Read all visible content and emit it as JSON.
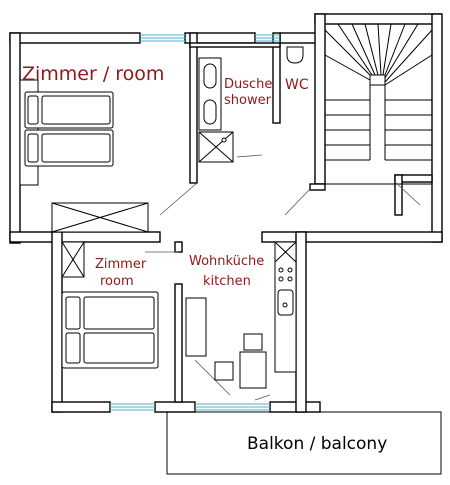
{
  "rooms": {
    "bedroom_1": {
      "label": "Zimmer / room"
    },
    "shower": {
      "label_line1": "Dusche",
      "label_line2": "shower"
    },
    "wc": {
      "label": "WC"
    },
    "bedroom_2": {
      "label_line1": "Zimmer",
      "label_line2": "room"
    },
    "kitchen": {
      "label_line1": "Wohnküche",
      "label_line2": "kitchen"
    },
    "balcony": {
      "label": "Balkon / balcony"
    }
  },
  "colors": {
    "label": "#8b1a1a",
    "window": "#4fb3c9",
    "wall": "#000000"
  }
}
